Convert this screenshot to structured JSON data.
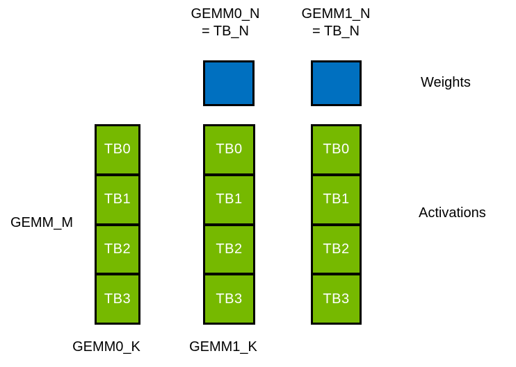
{
  "colors": {
    "background": "#FFFFFF",
    "weights_blue": "#0070C0",
    "activations_green": "#76B900",
    "outline_black": "#000000",
    "cell_text": "#FFFFFF",
    "label_text": "#000000"
  },
  "top_labels": [
    {
      "line1": "GEMM0_N",
      "line2": "= TB_N"
    },
    {
      "line1": "GEMM1_N",
      "line2": "= TB_N"
    }
  ],
  "right_labels": {
    "weights": "Weights",
    "activations": "Activations"
  },
  "left_label": "GEMM_M",
  "bottom_labels": [
    "GEMM0_K",
    "GEMM1_K"
  ],
  "columns": [
    {
      "cells": [
        "TB0",
        "TB1",
        "TB2",
        "TB3"
      ]
    },
    {
      "cells": [
        "TB0",
        "TB1",
        "TB2",
        "TB3"
      ]
    },
    {
      "cells": [
        "TB0",
        "TB1",
        "TB2",
        "TB3"
      ]
    }
  ]
}
